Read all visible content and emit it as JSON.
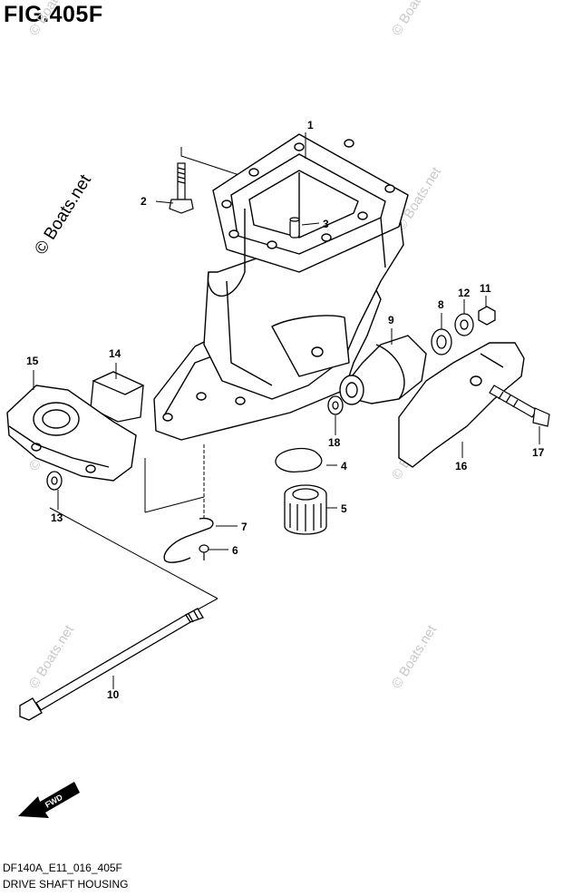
{
  "figure": {
    "title": "FIG.405F",
    "model_code": "DF140A_E11_016_405F",
    "name": "DRIVE SHAFT HOUSING"
  },
  "watermark": {
    "main": "© Boats.net",
    "faint": "© Boats.net"
  },
  "direction_label": "FWD",
  "callouts": [
    "1",
    "2",
    "3",
    "4",
    "5",
    "6",
    "7",
    "8",
    "9",
    "10",
    "11",
    "12",
    "13",
    "14",
    "15",
    "16",
    "17",
    "18"
  ]
}
